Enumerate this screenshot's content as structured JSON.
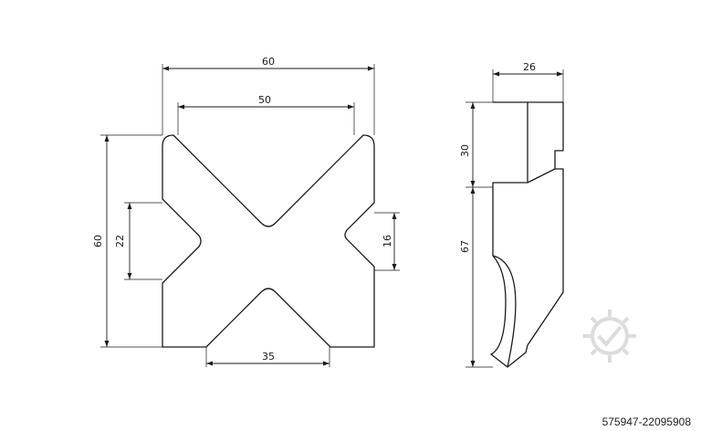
{
  "front_view": {
    "dimensions": {
      "overall_width": "60",
      "top_width": "50",
      "overall_height": "60",
      "left_notch": "22",
      "right_notch": "16",
      "bottom_width": "35"
    }
  },
  "side_view": {
    "dimensions": {
      "top_width": "26",
      "upper_height": "30",
      "lower_height": "67"
    }
  },
  "watermark": {
    "reference": "575947-22095908",
    "logo_icon": "gear-checkmark-icon"
  }
}
